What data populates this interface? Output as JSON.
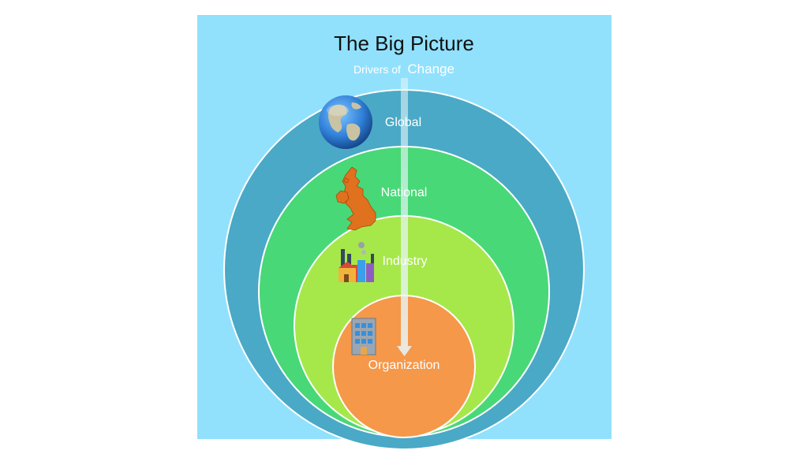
{
  "title": "The Big Picture",
  "drivers": {
    "prefix": "Drivers of",
    "emphasis": "Change"
  },
  "rings": [
    {
      "label": "Global",
      "icon": "globe-icon",
      "color": "#4aa9c6"
    },
    {
      "label": "National",
      "icon": "uk-map-icon",
      "color": "#49d877"
    },
    {
      "label": "Industry",
      "icon": "factory-icon",
      "color": "#a6e84a"
    },
    {
      "label": "Organization",
      "icon": "office-building-icon",
      "color": "#f5984a"
    }
  ],
  "colors": {
    "background_panel": "#91e1fd",
    "arrow": "#e8f6f9",
    "ring_border": "#ffffff"
  }
}
